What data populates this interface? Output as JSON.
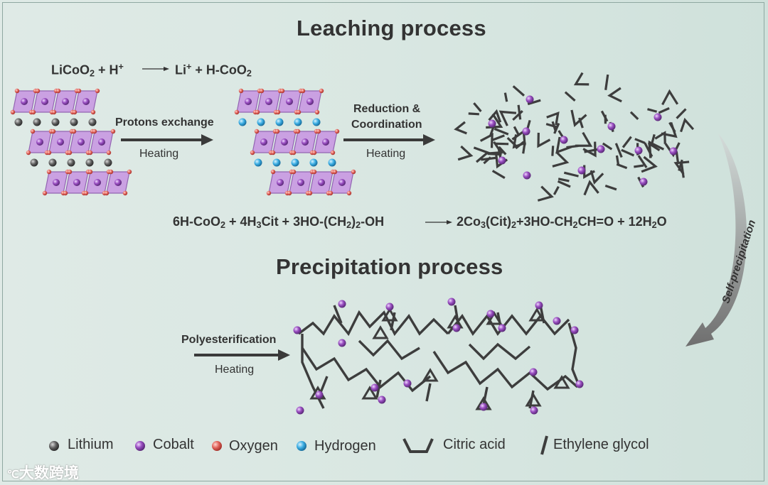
{
  "leaching": {
    "title": "Leaching process",
    "reaction1": {
      "lhs": "LiCoO",
      "lhs_sub": "2",
      "plus": " + H",
      "plus_sup": "+",
      "product1": "Li",
      "product1_sup": "+",
      "product2": " + H-CoO",
      "product2_sub": "2"
    },
    "step1": {
      "label": "Protons exchange",
      "condition": "Heating"
    },
    "step2": {
      "label_line1": "Reduction &",
      "label_line2": "Coordination",
      "condition": "Heating"
    },
    "reaction2": {
      "p1": "6H-CoO",
      "s1": "2",
      "p2": " + 4H",
      "s2": "3",
      "p3": "Cit + 3HO-(CH",
      "s3": "2",
      "p4": ")",
      "s4": "2",
      "p5": "-OH",
      "r1": "2Co",
      "rs1": "3",
      "r2": "(Cit)",
      "rs2": "2",
      "r3": "+3HO-CH",
      "rs3": "2",
      "r4": "CH=O + 12H",
      "rs4": "2",
      "r5": "O"
    }
  },
  "precipitation": {
    "title": "Precipitation process",
    "step": {
      "label": "Polyesterification",
      "condition": "Heating"
    },
    "self_precipitation": "Self-precipitation"
  },
  "legend": [
    {
      "label": "Lithium",
      "symbol": "sphere",
      "color": "#5f5f5f"
    },
    {
      "label": "Cobalt",
      "symbol": "sphere",
      "color": "#8e44b5"
    },
    {
      "label": "Oxygen",
      "symbol": "sphere",
      "color": "#e0605a"
    },
    {
      "label": "Hydrogen",
      "symbol": "sphere",
      "color": "#35a8e0"
    },
    {
      "label": "Citric acid",
      "symbol": "trough-icon"
    },
    {
      "label": "Ethylene glycol",
      "symbol": "slash-icon"
    }
  ],
  "watermark": "大数跨境",
  "colors": {
    "background": "#d9e7e2",
    "octahedra": "#c79ae0",
    "bond": "#3d3d3d",
    "arrow": "#3a3a3a"
  }
}
